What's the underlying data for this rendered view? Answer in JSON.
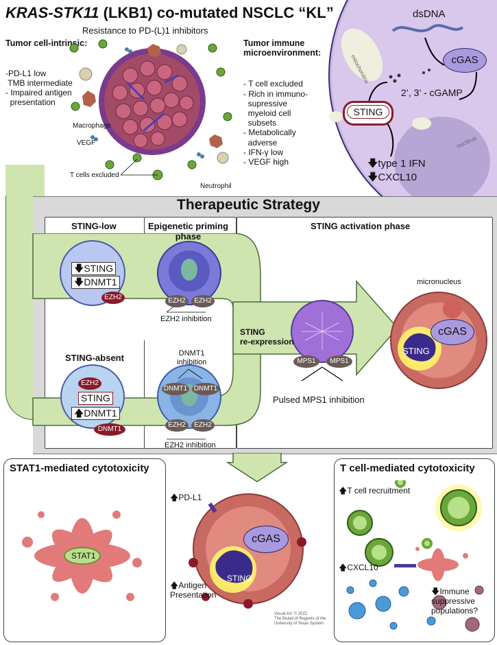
{
  "header": {
    "title_italic": "KRAS-STK11",
    "title_rest": " (LKB1) co-mutated NSCLC “KL”",
    "subtitle": "Resistance to PD-(L)1 inhibitors"
  },
  "intrinsic": {
    "heading": "Tumor cell-intrinsic:",
    "lines": [
      "-PD-L1 low",
      " TMB intermediate",
      "- Impaired antigen",
      "  presentation"
    ]
  },
  "microenv": {
    "heading1": "Tumor immune",
    "heading2": "microenvironment:",
    "lines": [
      "- T cell excluded",
      "- Rich in immuno-",
      "  supressive",
      "  myeloid cell",
      "  subsets",
      "- Metabolically",
      "  adverse",
      "- IFN-γ low",
      "- VEGF high"
    ]
  },
  "tme_labels": {
    "macrophage": "Macrophage",
    "vegf": "VEGF",
    "t_cells": "T cells excluded",
    "neutrophil": "Neutrophil"
  },
  "pathway": {
    "dsdna": "dsDNA",
    "cgas": "cGAS",
    "cgamp": "2’, 3’ - cGAMP",
    "sting": "STING",
    "ifn": "type 1 IFN",
    "cxcl10": "CXCL10",
    "mitochondria": "mitochondria",
    "nucleus": "nucleus"
  },
  "strategy": {
    "title": "Therapeutic Strategy",
    "sting_low": "STING-low",
    "sting_absent": "STING-absent",
    "epigenetic": [
      "Epigenetic priming",
      "phase"
    ],
    "activation": "STING activation phase",
    "cell1": {
      "sting": "STING",
      "dnmt1": "DNMT1",
      "ezh2": "EZH2"
    },
    "cell2": {
      "ezh2": "EZH2",
      "sting": "STING",
      "dnmt1": "DNMT1",
      "dnmt1b": "DNMT1"
    },
    "ezh2_inhibition": "EZH2 inhibition",
    "dnmt1_inhibition": [
      "DNMT1",
      "inhibition"
    ],
    "ezh2_inhibition2": "EZH2 inhibition",
    "reexpression": [
      "STING",
      "re-expression"
    ],
    "mps1": "MPS1",
    "pulsed": "Pulsed MPS1 inhibition",
    "micronucleus": "micronucleus",
    "cgas": "cGAS",
    "sting_big": "STING",
    "sting_small": "STING"
  },
  "bottom": {
    "stat1_title": "STAT1-mediated cytotoxicity",
    "stat1": "STAT1",
    "pdl1": "PD-L1",
    "antigen": [
      "Antigen",
      "Presentation"
    ],
    "cgas": "cGAS",
    "sting": "STING",
    "tcell_title": "T cell-mediated cytotoxicity",
    "recruit": "T cell recruitment",
    "cxcl10": "CXCL10",
    "immune": [
      "Immune",
      "suppressive",
      "populations?"
    ],
    "credit": [
      "Visual Art: © 2022",
      "The Board of Regents of the",
      "University of Texas System"
    ]
  },
  "colors": {
    "green_band": "#cfe5b0",
    "gray_panel": "#d9d9d9",
    "tumor": "#b04a60",
    "sting_purple": "#4a3a8c",
    "cgas_lavender": "#a99ae0"
  }
}
